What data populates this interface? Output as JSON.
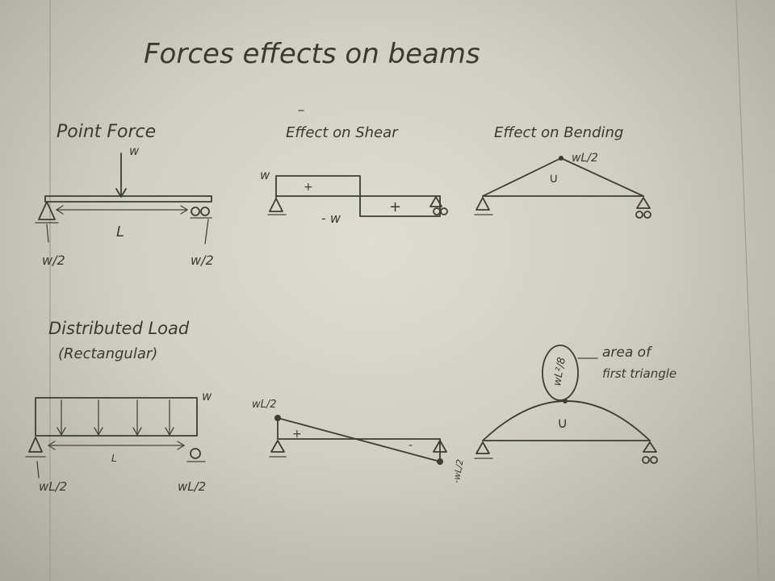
{
  "title": "Forces effects on beams",
  "point_force": {
    "heading": "Point Force",
    "load_label": "w",
    "span_label": "L",
    "left_reaction": "w/2",
    "right_reaction": "w/2"
  },
  "shear_effect": {
    "heading": "Effect on Shear",
    "left_label": "w",
    "positive_sign_upper": "+",
    "positive_sign_lower": "+",
    "negative_label": "- w"
  },
  "bending_effect": {
    "heading": "Effect on Bending",
    "peak_label": "wL/2",
    "curvature_mark": "∪"
  },
  "distributed_load": {
    "heading_line1": "Distributed Load",
    "heading_line2": "(Rectangular)",
    "load_label": "w",
    "span_label": "L",
    "left_reaction": "wL/2",
    "right_reaction": "wL/2"
  },
  "distributed_shear": {
    "left_label": "wL/2",
    "positive_sign": "+",
    "negative_sign": "-",
    "right_label": "-wL/2"
  },
  "distributed_bending": {
    "peak_label": "wL²/8",
    "note_line1": "area of",
    "note_line2": "first triangle",
    "curvature_mark": "∪"
  },
  "colors": {
    "paper": "#d6d6cb",
    "ink": "#3d3d36"
  }
}
